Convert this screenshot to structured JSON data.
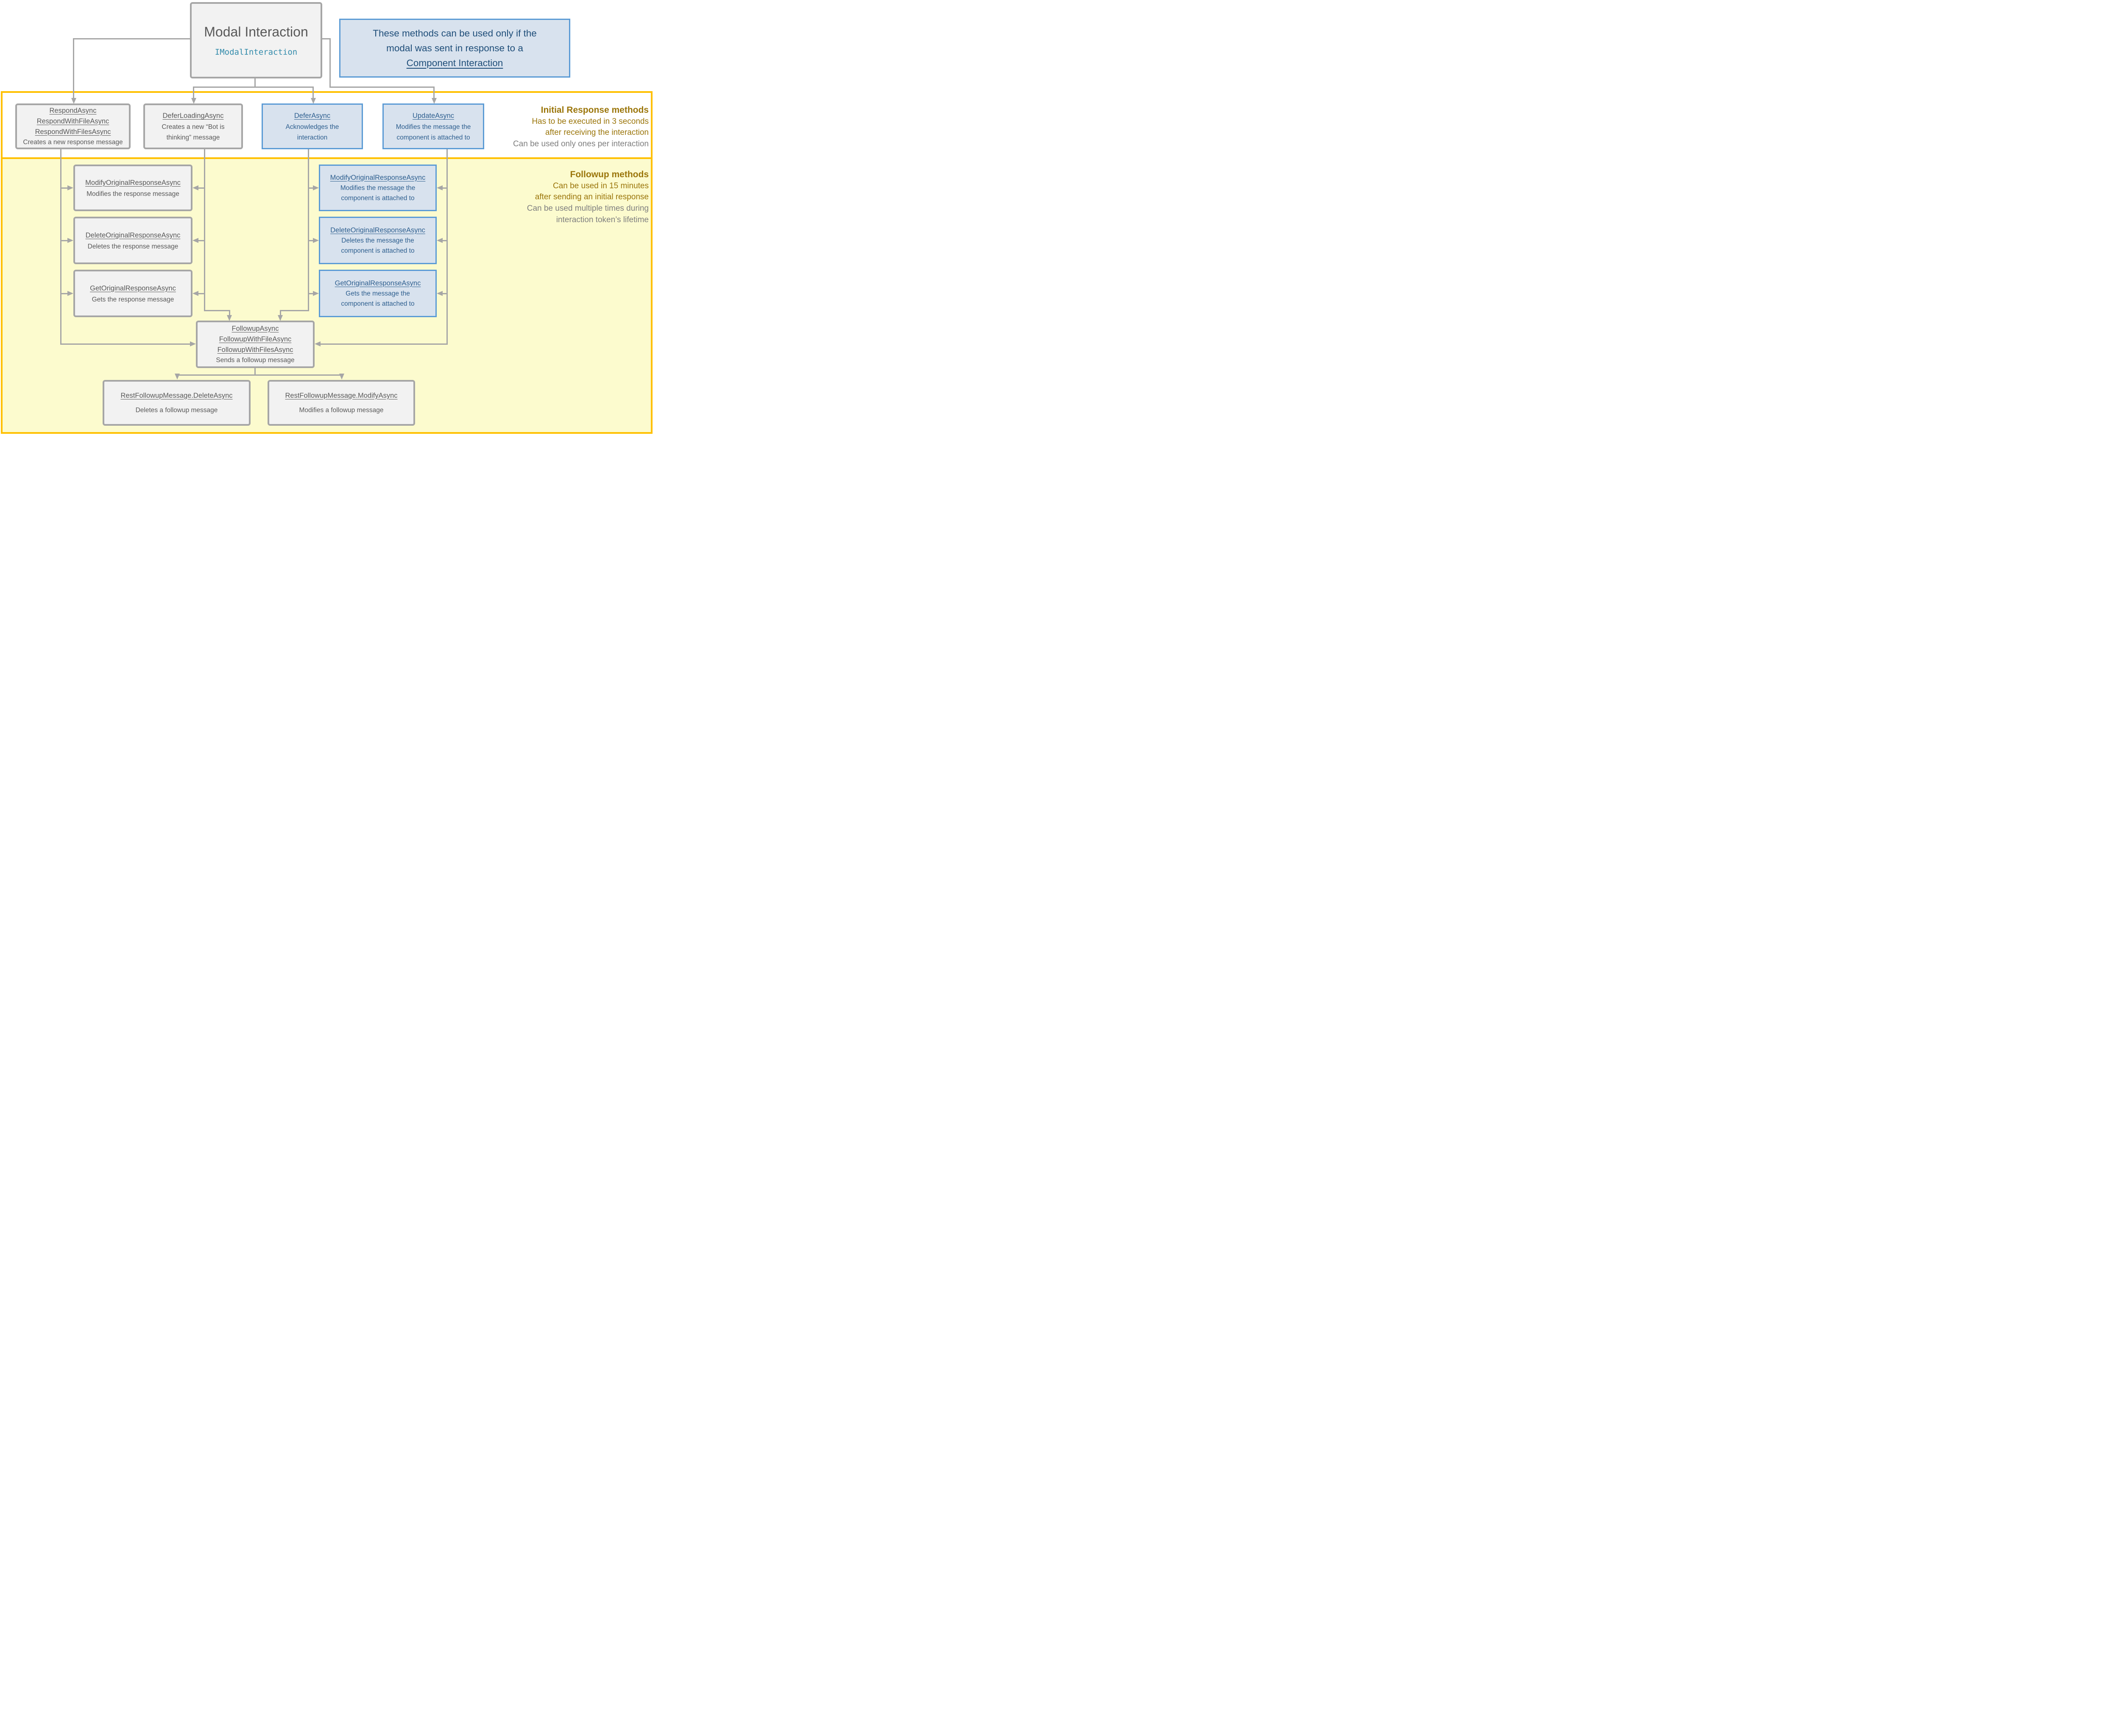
{
  "colors": {
    "gray-border": "#a6a6a6",
    "gray-fill": "#f2f2f2",
    "gray-text": "#595959",
    "blue-border": "#5b9bd5",
    "blue-fill": "#d8e2ee",
    "blue-text": "#2e5f8f",
    "note-text": "#1f4e79",
    "teal": "#338bab",
    "band-border": "#ffc000",
    "band-fill": "#fcfbce",
    "gold": "#9b760b",
    "muted": "#7f7f7f",
    "line": "#a6a6a6"
  },
  "root": {
    "title": "Modal Interaction",
    "subtitle": "IModalInteraction"
  },
  "note": {
    "line1": "These methods can be used only if the",
    "line2": "modal was sent in response to a",
    "link": "Component Interaction"
  },
  "bands": {
    "initial": {
      "heading": "Initial Response methods",
      "line1": "Has to be executed in 3 seconds",
      "line2": "after receiving the interaction",
      "line3": "Can be used only ones per interaction"
    },
    "followup": {
      "heading": "Followup methods",
      "line1": "Can be used in 15 minutes",
      "line2": "after sending an initial response",
      "line3": "Can be used multiple times during",
      "line4": "interaction token’s lifetime"
    }
  },
  "boxes": {
    "respond": {
      "titles": [
        "RespondAsync",
        "RespondWithFileAsync",
        "RespondWithFilesAsync"
      ],
      "desc": [
        "Creates a new response message"
      ]
    },
    "defer_loading": {
      "titles": [
        "DeferLoadingAsync"
      ],
      "desc": [
        "Creates a new “Bot is",
        "thinking” message"
      ]
    },
    "defer": {
      "titles": [
        "DeferAsync"
      ],
      "desc": [
        "Acknowledges the",
        "interaction"
      ]
    },
    "update": {
      "titles": [
        "UpdateAsync"
      ],
      "desc": [
        "Modifies the message the",
        "component is attached to"
      ]
    },
    "modify_left": {
      "titles": [
        "ModifyOriginalResponseAsync"
      ],
      "desc": [
        "Modifies the response message"
      ]
    },
    "delete_left": {
      "titles": [
        "DeleteOriginalResponseAsync"
      ],
      "desc": [
        "Deletes the response message"
      ]
    },
    "get_left": {
      "titles": [
        "GetOriginalResponseAsync"
      ],
      "desc": [
        "Gets the response message"
      ]
    },
    "modify_mid": {
      "titles": [
        "ModifyOriginalResponseAsync"
      ],
      "desc": [
        "Modifies the message the",
        "component is attached to"
      ]
    },
    "delete_mid": {
      "titles": [
        "DeleteOriginalResponseAsync"
      ],
      "desc": [
        "Deletes the message the",
        "component is attached to"
      ]
    },
    "get_mid": {
      "titles": [
        "GetOriginalResponseAsync"
      ],
      "desc": [
        "Gets  the message the",
        "component is attached to"
      ]
    },
    "followup": {
      "titles": [
        "FollowupAsync",
        "FollowupWithFileAsync",
        "FollowupWithFilesAsync"
      ],
      "desc": [
        "Sends a followup message"
      ]
    },
    "rest_delete": {
      "titles": [
        "RestFollowupMessage.DeleteAsync"
      ],
      "desc": [
        "Deletes a followup message"
      ]
    },
    "rest_modify": {
      "titles": [
        "RestFollowupMessage.ModifyAsync"
      ],
      "desc": [
        "Modifies a followup message"
      ]
    }
  }
}
